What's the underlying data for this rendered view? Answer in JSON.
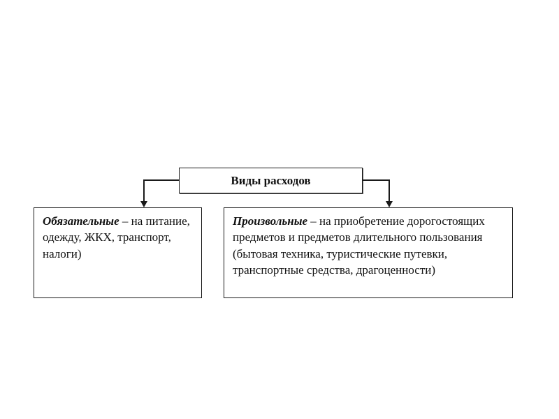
{
  "diagram": {
    "root": {
      "label": "Виды расходов"
    },
    "left_box": {
      "lead": "Обязательные",
      "text": " – на питание, одежду, ЖКХ, транспорт, налоги)"
    },
    "right_box": {
      "lead": "Произвольные",
      "text": " – на приобретение дорогостоящих предметов и предметов длительного пользования (бытовая техника, туристические путевки, транспортные средства, драгоценности)"
    }
  },
  "colors": {
    "border": "#1a1a1a",
    "background": "#ffffff"
  }
}
